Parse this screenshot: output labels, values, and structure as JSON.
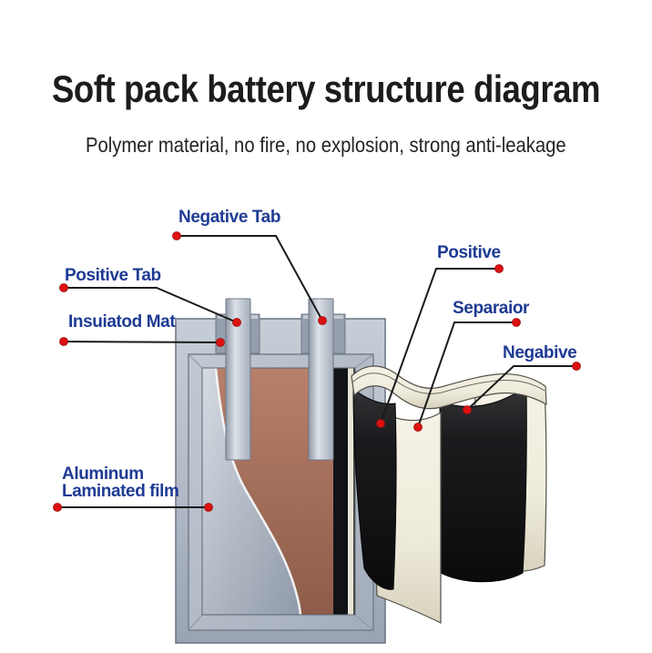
{
  "header": {
    "title": "Soft pack battery structure diagram",
    "subtitle": "Polymer material, no fire, no explosion, strong anti-leakage"
  },
  "labels": {
    "negative_tab": "Negative Tab",
    "positive_tab": "Positive Tab",
    "insulated_mat": "Insuiatod Mat",
    "aluminum_film_line1": "Aluminum",
    "aluminum_film_line2": "Laminated film",
    "positive": "Positive",
    "separator": "Separaior",
    "negative": "Negabive"
  },
  "colors": {
    "title_text": "#1c1c1c",
    "subtitle_text": "#232323",
    "label_text": "#1e3b94",
    "leader_line": "#1a1a1a",
    "marker_dot": "#dd1111",
    "pouch_gray": "#b4bdc9",
    "insulated_mat_gray": "#949eac",
    "tab_metal": "#c9cfd8",
    "electrode_copper": "#a06a54",
    "separator_cream": "#ece8d8",
    "electrode_black": "#161616"
  }
}
